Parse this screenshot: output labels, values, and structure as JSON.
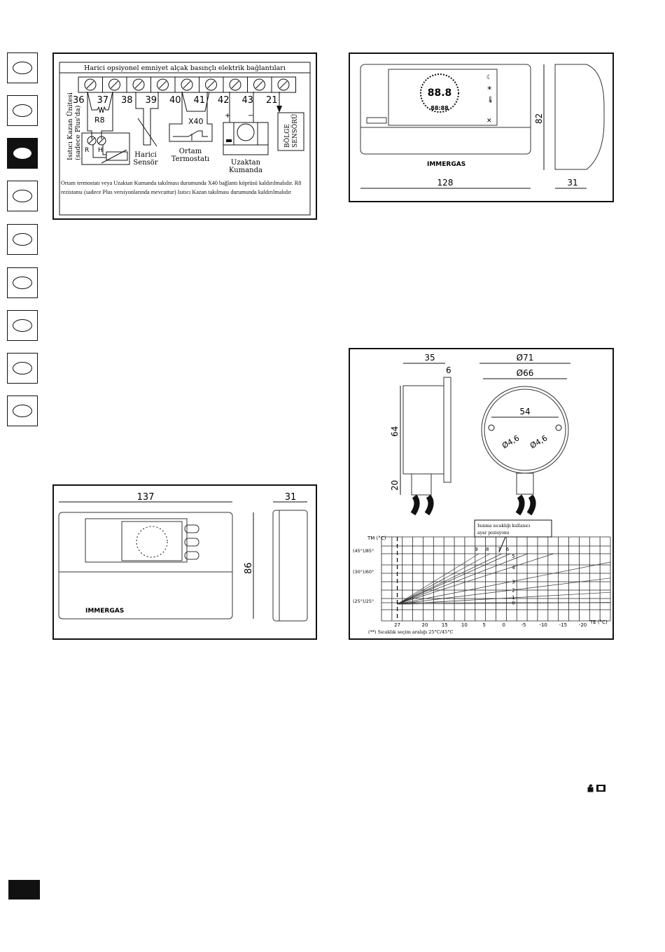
{
  "wiring": {
    "title": "Harici opsiyonel emniyet alçak basınçlı elektrik bağlantıları",
    "terminals": [
      "36",
      "37",
      "38",
      "39",
      "40",
      "41",
      "42",
      "43",
      "21"
    ],
    "r8": "R8",
    "x40": "X40",
    "r": "R",
    "h": "H",
    "plus": "+",
    "minus": "−",
    "boiler_unit": [
      "Isıtıcı Kazan Ünitesi",
      "(sadece Plus'da)"
    ],
    "external_sensor": [
      "Harici",
      "Sensör"
    ],
    "room_thermostat": [
      "Ortam",
      "Termostatı"
    ],
    "remote_control": [
      "Uzaktan",
      "Kumanda"
    ],
    "zone_sensor": [
      "BÖLGE",
      "SENSÖRÜ"
    ],
    "note": "Ortam termostatı veya Uzaktan Kumanda takılması durumunda X40 bağlantı köprüsü kaldırılmalıdır. R8 rezistansı (sadece Plus versiyonlarında mevcuttur) Isıtıcı Kazan takılması durumunda kaldırılmalıdır"
  },
  "remote_dims": {
    "width": "128",
    "height": "82",
    "depth": "31",
    "display": "88.8",
    "clock": "88:88",
    "brand": "IMMERGAS"
  },
  "thermostat_dims": {
    "width": "137",
    "height": "86",
    "depth": "31",
    "brand": "IMMERGAS"
  },
  "sensor_dims": {
    "depth": "35",
    "flange": "6",
    "outer_dia": "Ø71",
    "inner_dia": "Ø66",
    "hole_spacing": "54",
    "hole_dia_left": "Ø4,6",
    "hole_dia_right": "Ø4,6",
    "body_height": "64",
    "gland_height": "20"
  },
  "chart_data": {
    "type": "line",
    "ylabel": "TM (°C)",
    "xlabel": "TE (°C)",
    "callout": [
      "Isınma sıcaklığı kullanıcı",
      "ayar pozisyonu"
    ],
    "footnote": "(**) Sıcaklık seçim aralığı 25°C/45°C",
    "x_ticks": [
      "27",
      "20",
      "15",
      "10",
      "5",
      "0",
      "-5",
      "-10",
      "-15",
      "-20"
    ],
    "x_tick_values": [
      27,
      20,
      15,
      10,
      5,
      0,
      -5,
      -10,
      -15,
      -20
    ],
    "y_ticks": [
      "(45°)/85°",
      "(30°)/60°",
      "(25°)/25°"
    ],
    "y_tick_values": [
      85,
      60,
      25
    ],
    "xlim": [
      31,
      -27
    ],
    "ylim": [
      5,
      105
    ],
    "grid": true,
    "series": [
      {
        "name": "0",
        "points": [
          [
            27,
            25
          ],
          [
            -27,
            27
          ]
        ]
      },
      {
        "name": "1",
        "points": [
          [
            27,
            25
          ],
          [
            -27,
            39
          ]
        ]
      },
      {
        "name": "2",
        "points": [
          [
            27,
            25
          ],
          [
            -27,
            56
          ]
        ]
      },
      {
        "name": "3",
        "points": [
          [
            27,
            25
          ],
          [
            -27,
            75
          ]
        ]
      },
      {
        "name": "4",
        "points": [
          [
            27,
            25
          ],
          [
            -12.6,
            85
          ]
        ]
      },
      {
        "name": "5",
        "points": [
          [
            27,
            25
          ],
          [
            -6,
            85
          ]
        ]
      },
      {
        "name": "6",
        "points": [
          [
            27,
            25
          ],
          [
            -1.6,
            85
          ]
        ]
      },
      {
        "name": "7",
        "points": [
          [
            27,
            25
          ],
          [
            0.5,
            85
          ]
        ]
      },
      {
        "name": "8",
        "points": [
          [
            27,
            25
          ],
          [
            3.5,
            85
          ]
        ]
      },
      {
        "name": "9",
        "points": [
          [
            27,
            25
          ],
          [
            6.3,
            85
          ]
        ]
      }
    ]
  },
  "icons": {
    "bottom_right": "lock-book-icon"
  }
}
